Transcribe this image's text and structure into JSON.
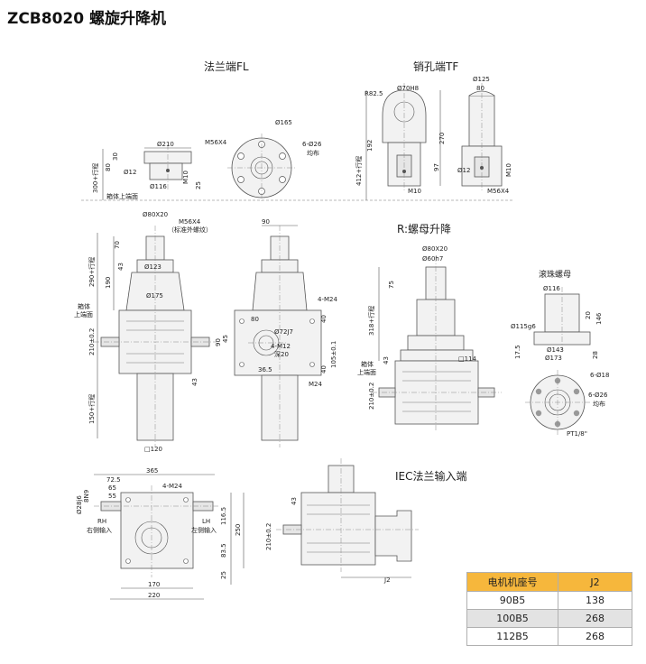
{
  "title": "ZCB8020 螺旋升降机",
  "sections": {
    "fl": "法兰端FL",
    "tf": "销孔端TF",
    "r": "R:螺母升降",
    "iec": "IEC法兰输入端",
    "ball_nut": "滚珠螺母"
  },
  "labels": {
    "fl_d210": "Ø210",
    "fl_d165": "Ø165",
    "fl_m56": "M56X4",
    "fl_6d26": "6-Ø26",
    "fl_even": "均布",
    "fl_d12": "Ø12",
    "fl_d116": "Ø116",
    "fl_m10": "M10",
    "fl_25": "25",
    "fl_80": "80",
    "fl_30": "30",
    "fl_300": "300+行程",
    "box_top1": "箱体上端面",
    "tf_r82": "R82.5",
    "tf_d70": "Ø70H8",
    "tf_d125": "Ø125",
    "tf_80": "80",
    "tf_192": "192",
    "tf_270": "270",
    "tf_97": "97",
    "tf_412": "412+行程",
    "tf_d12": "Ø12",
    "tf_m10a": "M10",
    "tf_m10b": "M10",
    "tf_m56": "M56X4",
    "main_d80": "Ø80X20",
    "main_m56": "M56X4",
    "main_std": "（标准外螺纹）",
    "main_70": "70",
    "main_43": "43",
    "main_190": "190",
    "main_290": "290+行程",
    "main_d123": "Ø123",
    "main_d175": "Ø175",
    "box_top2a": "箱体",
    "box_top2b": "上端面",
    "main_210": "210±0.2",
    "main_43b": "43",
    "main_150": "150+行程",
    "main_sq120": "□120",
    "side_90": "90",
    "side_4m24": "4-M24",
    "side_80": "80",
    "side_d72": "Ø72J7",
    "side_4m12": "4-M12",
    "side_deep20": "深20",
    "side_90v": "90",
    "side_45": "45",
    "side_40a": "40",
    "side_40b": "40",
    "side_105": "105±0.1",
    "side_365": "36.5",
    "side_m24": "M24",
    "r_d80": "Ø80X20",
    "r_d60": "Ø60h7",
    "r_75": "75",
    "r_318": "318+行程",
    "r_43": "43",
    "r_sq114": "□114",
    "r_box_a": "箱体",
    "r_box_b": "上端面",
    "r_210": "210±0.2",
    "bn_d116": "Ø116",
    "bn_d115": "Ø115g6",
    "bn_d143": "Ø143",
    "bn_d173": "Ø173",
    "bn_20": "20",
    "bn_146": "146",
    "bn_175": "17.5",
    "bn_28": "28",
    "bn_6d18": "6-Ø18",
    "bn_6d26": "6-Ø26",
    "bn_even": "均布",
    "bn_pt": "PT1/8\"",
    "top_365": "365",
    "top_725": "72.5",
    "top_65": "65",
    "top_55": "55",
    "top_4m24": "4-M24",
    "top_d28": "Ø28j6",
    "top_8n9": "8N9",
    "top_rh": "RH",
    "top_rh_cn": "右侧输入",
    "top_lh": "LH",
    "top_lh_cn": "左侧输入",
    "top_1165": "116.5",
    "top_250": "250",
    "top_835": "83.5",
    "top_25": "25",
    "top_170": "170",
    "top_220": "220",
    "iec_43": "43",
    "iec_210": "210±0.2",
    "iec_j2": "J2"
  },
  "motor_table": {
    "headers": [
      "电机机座号",
      "J2"
    ],
    "rows": [
      [
        "90B5",
        "138"
      ],
      [
        "100B5",
        "268"
      ],
      [
        "112B5",
        "268"
      ]
    ]
  }
}
